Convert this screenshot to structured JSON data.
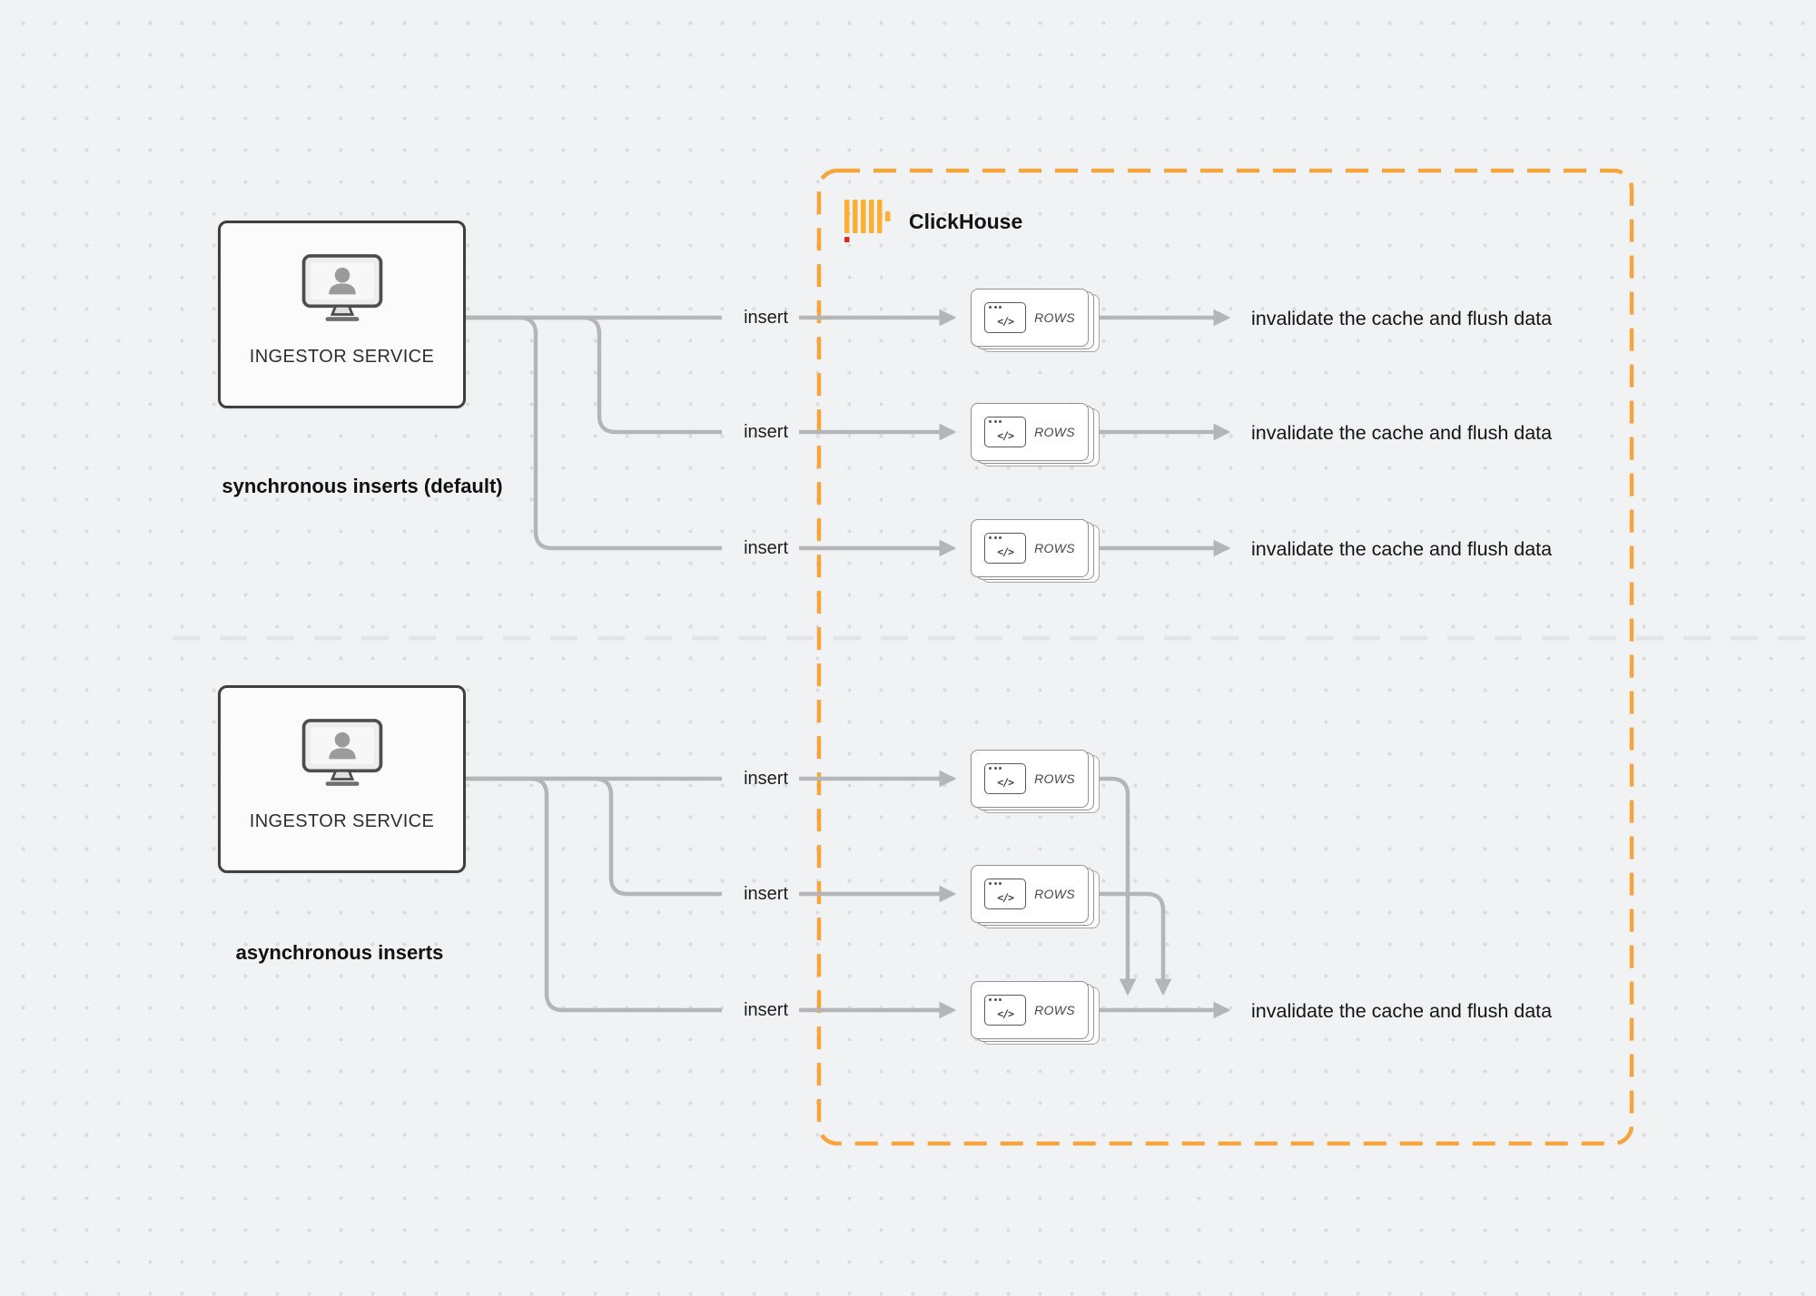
{
  "canvas": {
    "background": "#f1f2f4",
    "dot_color": "#d9dbde",
    "wire_color": "#b4b5b7"
  },
  "clickhouse": {
    "label": "ClickHouse",
    "border_color": "#F6A53C",
    "logo_bar_color": "#FBB034",
    "logo_accent_color": "#E0271C"
  },
  "icons": {
    "code_glyph": "</>"
  },
  "sync": {
    "service_label": "INGESTOR SERVICE",
    "caption": "synchronous inserts (default)",
    "inserts": [
      {
        "label": "insert",
        "card": "ROWS",
        "result": "invalidate the cache and flush data"
      },
      {
        "label": "insert",
        "card": "ROWS",
        "result": "invalidate the cache and flush data"
      },
      {
        "label": "insert",
        "card": "ROWS",
        "result": "invalidate the cache and flush data"
      }
    ]
  },
  "async": {
    "service_label": "INGESTOR SERVICE",
    "caption": "asynchronous inserts",
    "inserts": [
      {
        "label": "insert",
        "card": "ROWS"
      },
      {
        "label": "insert",
        "card": "ROWS"
      },
      {
        "label": "insert",
        "card": "ROWS"
      }
    ],
    "result": "invalidate the cache and flush data"
  }
}
